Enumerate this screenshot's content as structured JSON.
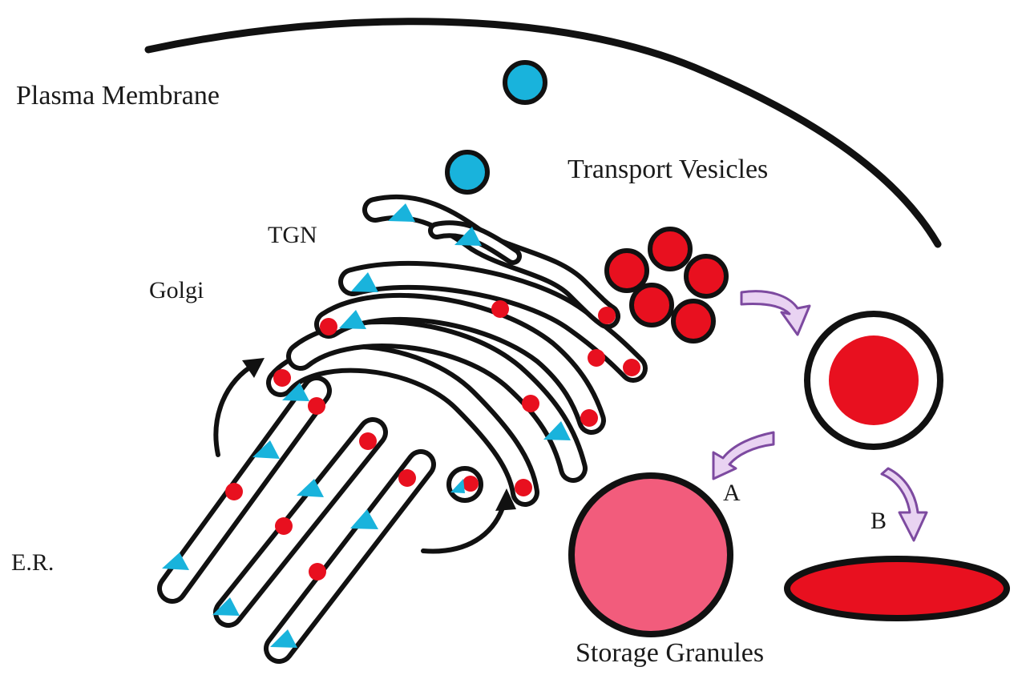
{
  "labels": {
    "plasma_membrane": "Plasma Membrane",
    "transport_vesicles": "Transport Vesicles",
    "tgn": "TGN",
    "golgi": "Golgi",
    "er": "E.R.",
    "storage_granules": "Storage Granules",
    "pathway_a": "A",
    "pathway_b": "B"
  },
  "colors": {
    "outline": "#111111",
    "red_cargo": "#e8101f",
    "cyan_cargo": "#19b3dc",
    "granule_pink": "#f25c7c",
    "arrow_fill": "#e9d3f2",
    "arrow_stroke": "#7d4aa0"
  }
}
